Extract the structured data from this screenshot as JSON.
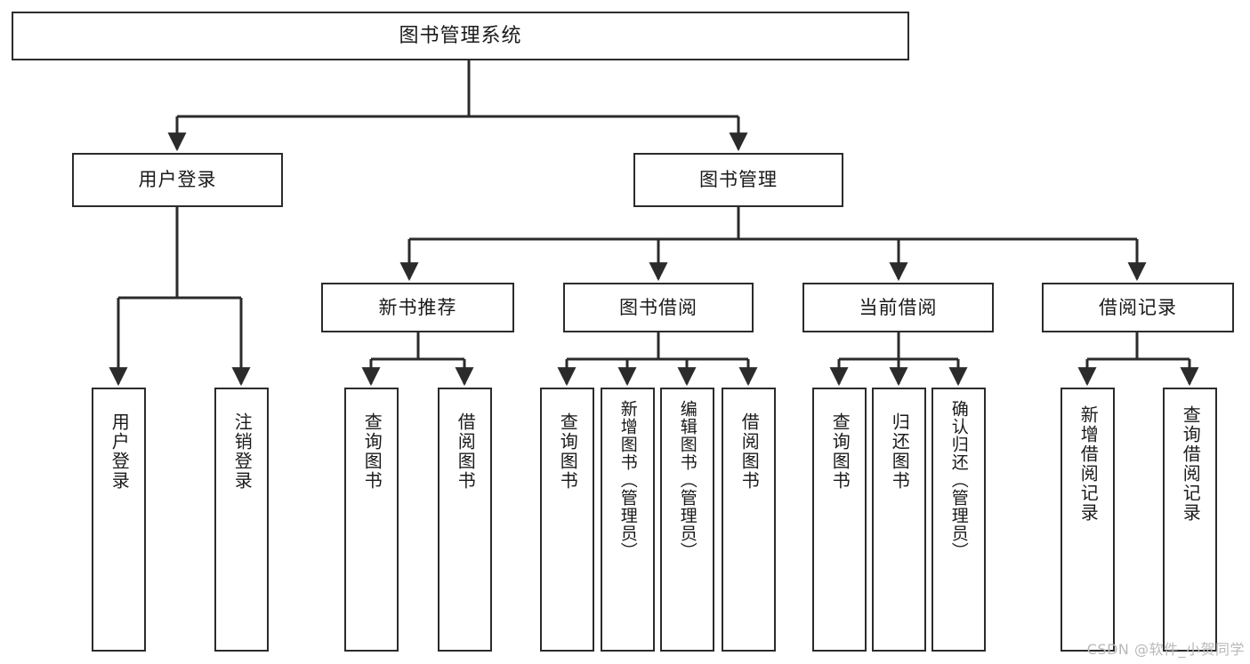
{
  "diagram": {
    "title": "图书管理系统",
    "watermark": "CSDN @软件_小贺同学",
    "line_color": "#2b2b2b",
    "background_color": "#ffffff",
    "text_color": "#1a1a1a"
  },
  "nodes": {
    "root": {
      "label": "图书管理系统"
    },
    "level2": [
      {
        "label": "用户登录"
      },
      {
        "label": "图书管理"
      }
    ],
    "level3": [
      {
        "label": "新书推荐"
      },
      {
        "label": "图书借阅"
      },
      {
        "label": "当前借阅"
      },
      {
        "label": "借阅记录"
      }
    ],
    "leaves": {
      "user_login": [
        {
          "label": "用户登录"
        },
        {
          "label": "注销登录"
        }
      ],
      "new_book": [
        {
          "label": "查询图书"
        },
        {
          "label": "借阅图书"
        }
      ],
      "borrow_book": [
        {
          "label": "查询图书"
        },
        {
          "label": "新增图书（管理员）"
        },
        {
          "label": "编辑图书（管理员）"
        },
        {
          "label": "借阅图书"
        }
      ],
      "current_borrow": [
        {
          "label": "查询图书"
        },
        {
          "label": "归还图书"
        },
        {
          "label": "确认归还（管理员）"
        }
      ],
      "borrow_record": [
        {
          "label": "新增借阅记录"
        },
        {
          "label": "查询借阅记录"
        }
      ]
    }
  }
}
